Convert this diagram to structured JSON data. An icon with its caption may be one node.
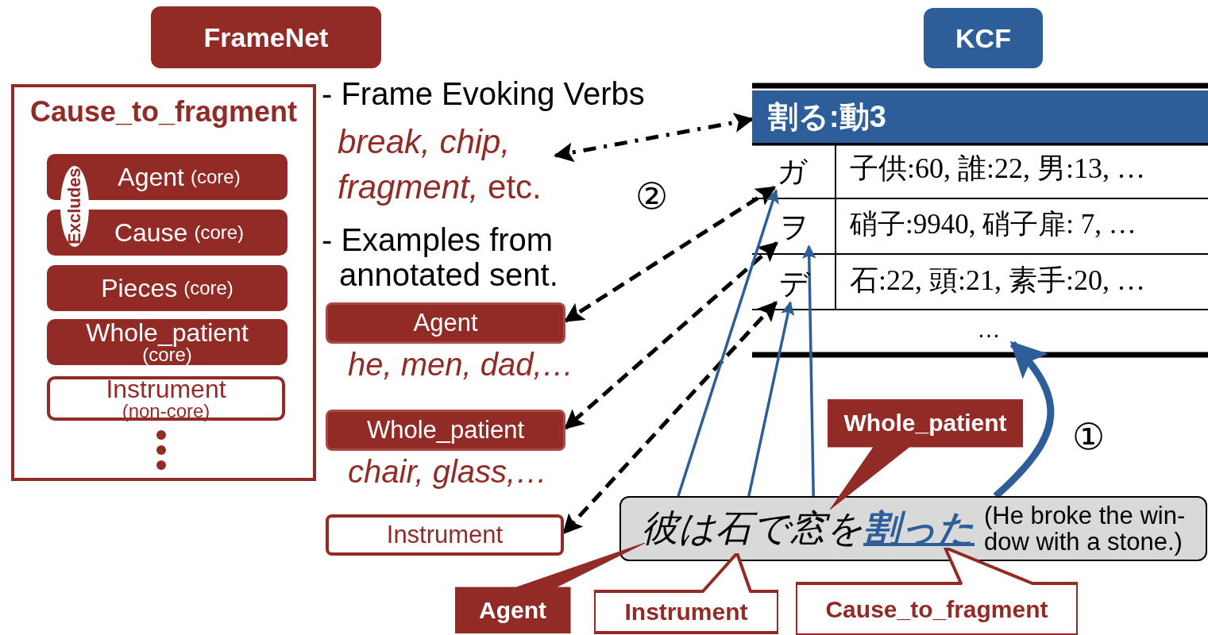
{
  "diagram": {
    "nodes": [
      {
        "text": [
          "FrameNet"
        ]
      },
      {
        "text": [
          "KCF"
        ]
      },
      {
        "text": [
          "Cause_to_fragment"
        ]
      },
      {
        "text": [
          "Agent",
          "(core)"
        ],
        "in": 2
      },
      {
        "text": [
          "Cause",
          "(core)"
        ],
        "in": 2
      },
      {
        "text": [
          "Excludes"
        ],
        "in": 2
      },
      {
        "text": [
          "Pieces",
          "(core)"
        ],
        "in": 2
      },
      {
        "text": [
          "Whole_patient",
          "(core)"
        ],
        "in": 2
      },
      {
        "text": [
          "Instrument",
          "(non-core)"
        ],
        "in": 2
      },
      {
        "text": [
          "*break, chip, fragment,* etc."
        ]
      },
      {
        "text": [
          "Agent"
        ],
        "beside": [
          "he, men, dad,…"
        ]
      },
      {
        "text": [
          "Whole_patient"
        ],
        "beside": [
          "chair, glass,…"
        ]
      },
      {
        "text": [
          "Instrument"
        ]
      },
      {
        "text": [
          "割る:動3"
        ]
      },
      {
        "text": [
          "ガ"
        ]
      },
      {
        "text": [
          "ヲ"
        ]
      },
      {
        "text": [
          "デ"
        ]
      },
      {
        "text": [
          "…"
        ]
      },
      {
        "text": [
          "彼は石で窓を**割った**",
          "(He broke the win- dow with a stone.)"
        ]
      },
      {
        "text": [
          "Whole_patient"
        ]
      },
      {
        "text": [
          "Agent"
        ]
      },
      {
        "text": [
          "Instrument"
        ]
      },
      {
        "text": [
          "Cause_to_fragment"
        ]
      }
    ],
    "edges": [
      {
        "from": 13,
        "to": 9,
        "arrow": "both",
        "style": "dashed"
      },
      {
        "from": 14,
        "to": 10,
        "arrow": "both",
        "style": "dashed"
      },
      {
        "from": 15,
        "to": 11,
        "arrow": "both",
        "style": "dashed"
      },
      {
        "from": 16,
        "to": 12,
        "arrow": "both",
        "style": "dashed"
      },
      {
        "from": 18,
        "to": 14,
        "arrow": "to",
        "color": "#2e5e9a"
      },
      {
        "from": 18,
        "to": 16,
        "arrow": "to",
        "color": "#2e5e9a"
      },
      {
        "from": 18,
        "to": 15,
        "arrow": "to",
        "color": "#2e5e9a"
      },
      {
        "from": 18,
        "to": 17,
        "arrow": "to",
        "color": "#2e5e9a",
        "style": "thick"
      }
    ],
    "labels": [
      "- Frame Evoking Verbs",
      "②",
      "- Examples from annotated sent.",
      "子供:60, 誰:22, 男:13, …",
      "硝子:9940, 硝子扉: 7, …",
      "石:22, 頭:21, 素手:20, …",
      "①"
    ]
  }
}
